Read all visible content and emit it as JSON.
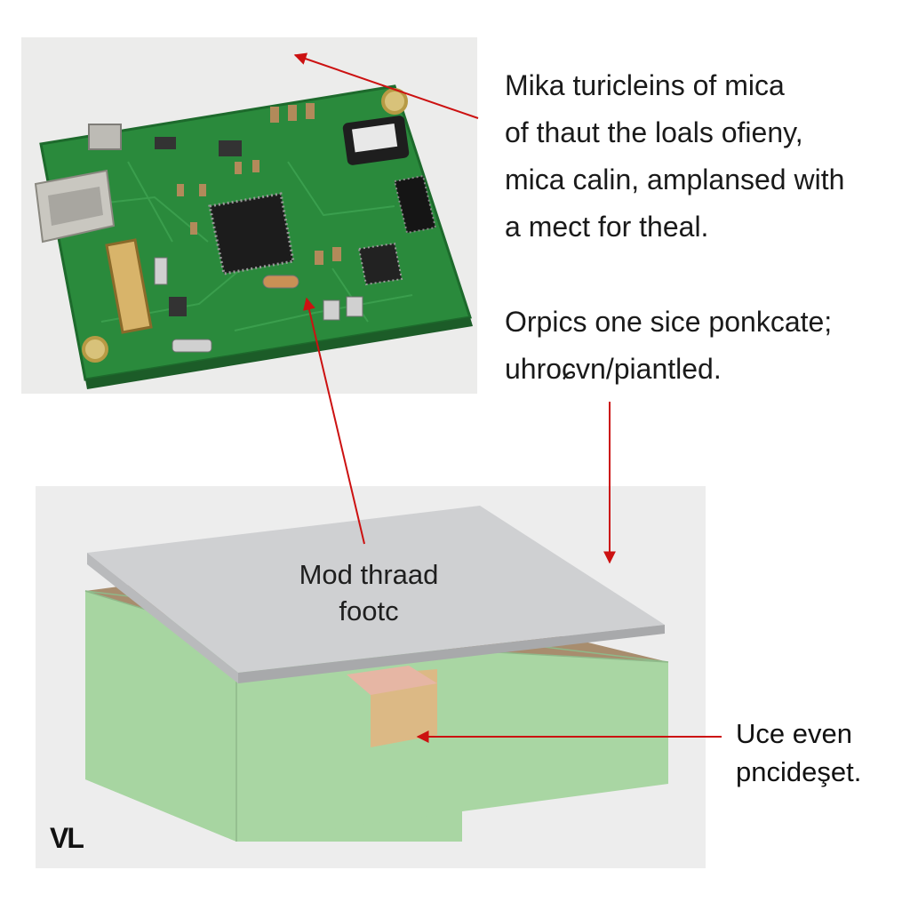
{
  "captions": {
    "top": [
      "Mika  turicleins of mica",
      "of thaut the loals ofieny,",
      "mica calin, amplansed with",
      "a mect for theal."
    ],
    "middle": [
      "Orpics one sice ponkcate;",
      "uhroɕvn/piantled."
    ]
  },
  "labels": {
    "center": [
      "Mod thraad",
      "footc"
    ],
    "right": [
      "Uce even",
      "pncideşet."
    ],
    "corner": "VL"
  },
  "colors": {
    "pcb_green": "#2a8a3c",
    "block_green": "#a9d6a3",
    "mica_gray": "#cfd0d2",
    "arrow_red": "#cc1111",
    "pad_tan": "#dcb985"
  }
}
